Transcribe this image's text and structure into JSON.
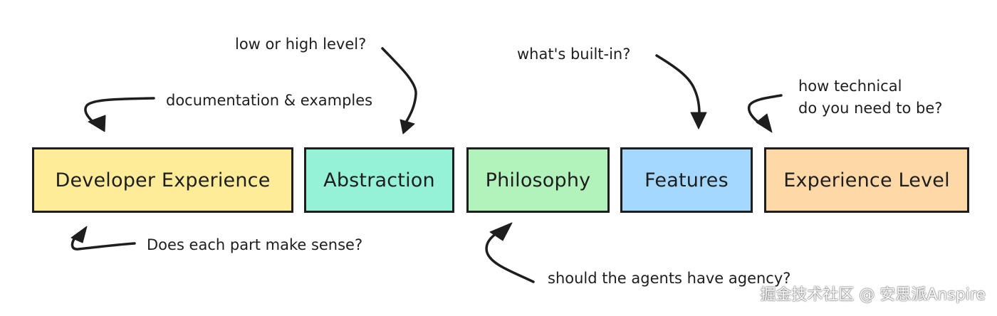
{
  "colors": {
    "developer_experience": "#ffec99",
    "abstraction": "#96f2d7",
    "philosophy": "#b2f2bb",
    "features": "#a5d8ff",
    "experience_level": "#ffd8a8",
    "stroke": "#1e1e1e"
  },
  "boxes": [
    {
      "label": "Developer Experience"
    },
    {
      "label": "Abstraction"
    },
    {
      "label": "Philosophy"
    },
    {
      "label": "Features"
    },
    {
      "label": "Experience Level"
    }
  ],
  "annotations": {
    "low_or_high": "low or high level?",
    "documentation": "documentation & examples",
    "built_in": "what's built-in?",
    "technical_line1": "how technical",
    "technical_line2": "do you need to be?",
    "makes_sense": "Does each part make sense?",
    "agency": "should the agents have agency?"
  },
  "watermark": "掘金技术社区 @ 安思派Anspire"
}
